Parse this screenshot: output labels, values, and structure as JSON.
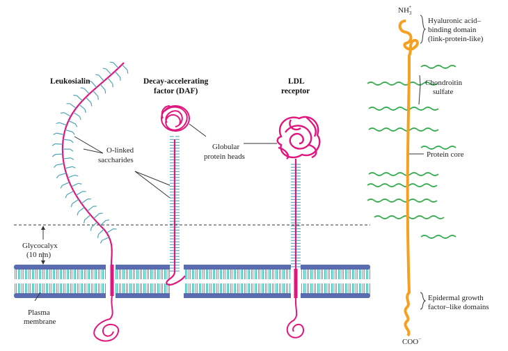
{
  "titles": {
    "leukosialin": "Leukosialin",
    "daf_line1": "Decay-accelerating",
    "daf_line2": "factor (DAF)",
    "ldl_line1": "LDL",
    "ldl_line2": "receptor"
  },
  "labels": {
    "olinked_line1": "O-linked",
    "olinked_line2": "saccharides",
    "globular_line1": "Globular",
    "globular_line2": "protein heads",
    "glycocalyx_line1": "Glycocalyx",
    "glycocalyx_line2": "(10 nm)",
    "plasma_line1": "Plasma",
    "plasma_line2": "membrane"
  },
  "proteoglycan": {
    "n_terminus": "NH",
    "n_sub": "3",
    "n_sup": "+",
    "c_terminus": "COO",
    "c_sup": "−",
    "hyaluronic_line1": "Hyaluronic acid–",
    "hyaluronic_line2": "binding domain",
    "hyaluronic_line3": "(link-protein-like)",
    "chondroitin_line1": "Chondroitin",
    "chondroitin_line2": "sulfate",
    "core": "Protein core",
    "egf_line1": "Epidermal growth",
    "egf_line2": "factor–like domains"
  },
  "colors": {
    "protein_magenta": "#e0157d",
    "sugar_teal": "#4fa3b7",
    "membrane_head": "#5a6bb0",
    "membrane_tail": "#3db8b0",
    "core_orange": "#f5a020",
    "chondroitin_green": "#2eaa4a"
  }
}
